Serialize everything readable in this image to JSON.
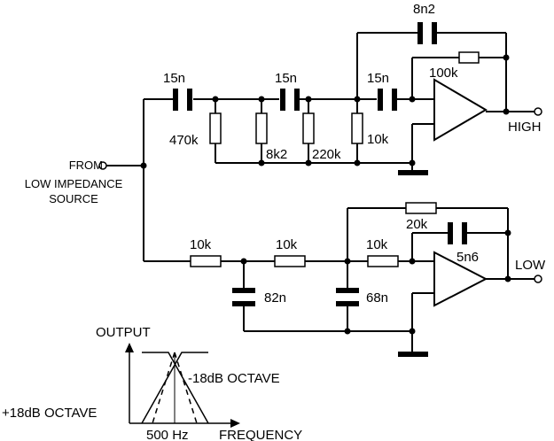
{
  "labels": {
    "from_line1": "FROM",
    "from_line2": "LOW IMPEDANCE",
    "from_line3": "SOURCE",
    "high_out": "HIGH",
    "low_out": "LOW"
  },
  "high_section": {
    "c1": "15n",
    "c2": "15n",
    "c3": "15n",
    "c_feedback": "8n2",
    "r_feedback": "100k",
    "r1": "470k",
    "r2": "8k2",
    "r3": "220k",
    "r4": "10k"
  },
  "low_section": {
    "r1": "10k",
    "r2": "10k",
    "r3": "10k",
    "r_feedback": "20k",
    "c_feedback": "5n6",
    "c1": "82n",
    "c2": "68n"
  },
  "response_graph": {
    "ylabel": "OUTPUT",
    "xlabel": "FREQUENCY",
    "center_freq": "500 Hz",
    "slope_right": "-18dB OCTAVE",
    "slope_left": "+18dB OCTAVE"
  }
}
